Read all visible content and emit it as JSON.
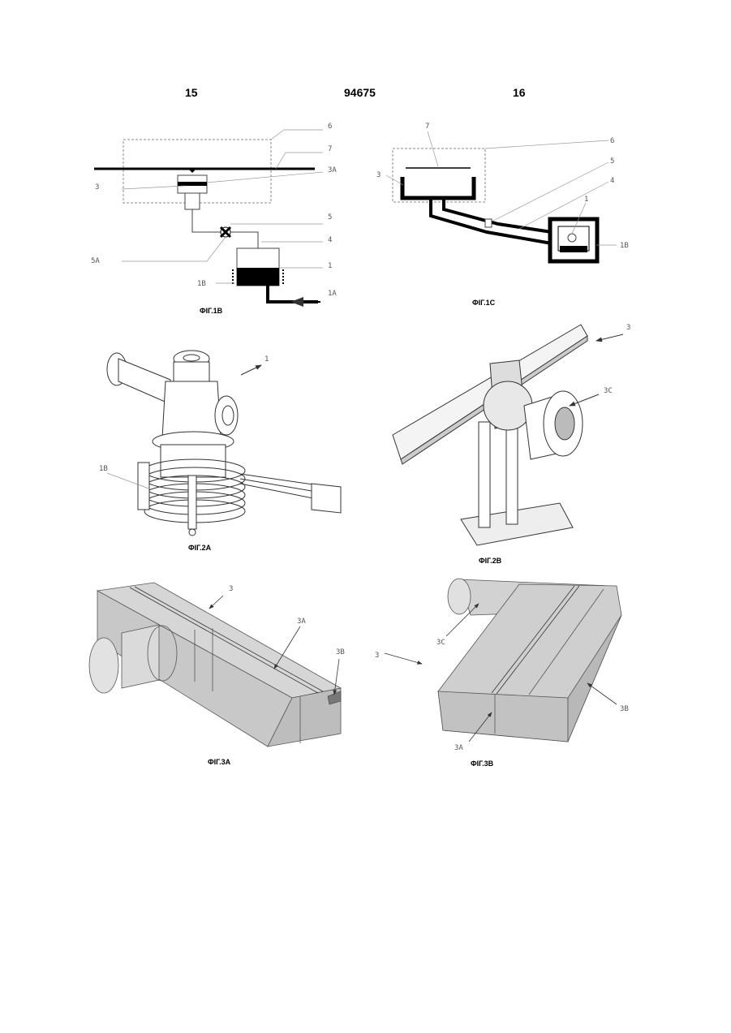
{
  "header": {
    "left_page": "15",
    "center": "94675",
    "right_page": "16"
  },
  "fig1b": {
    "caption": "ФІГ.1В",
    "labels": {
      "l6": "6",
      "l7": "7",
      "l3a": "3А",
      "l3": "3",
      "l5": "5",
      "l4": "4",
      "l5a": "5А",
      "l1": "1",
      "l1b": "1В",
      "l1a": "1А"
    }
  },
  "fig1c": {
    "caption": "ФІГ.1С",
    "labels": {
      "l7": "7",
      "l6": "6",
      "l3": "3",
      "l5": "5",
      "l4": "4",
      "l1": "1",
      "l1b": "1В"
    }
  },
  "fig2a": {
    "caption": "ФІГ.2А",
    "labels": {
      "l1": "1",
      "l1b": "1В"
    }
  },
  "fig2b": {
    "caption": "ФІГ.2В",
    "labels": {
      "l3": "3",
      "l3c": "3С"
    }
  },
  "fig3a": {
    "caption": "ФІГ.3А",
    "labels": {
      "l3": "3",
      "l3a": "3А",
      "l3b": "3В"
    }
  },
  "fig3b": {
    "caption": "ФІГ.3В",
    "labels": {
      "l3c": "3С",
      "l3": "3",
      "l3b": "3В",
      "l3a": "3А"
    }
  }
}
